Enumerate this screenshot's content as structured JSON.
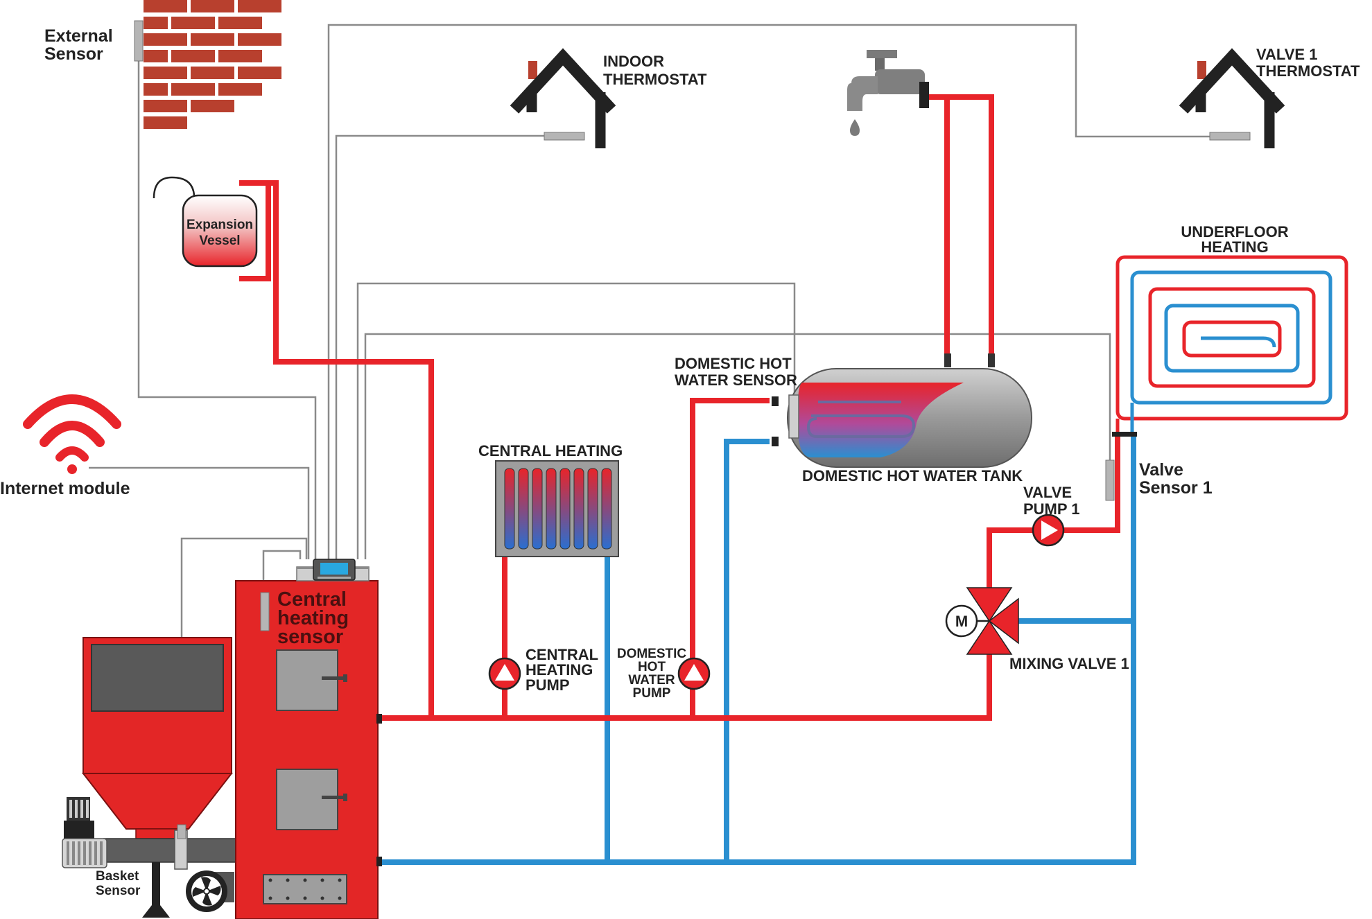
{
  "labels": {
    "external_sensor": [
      "External",
      "Sensor"
    ],
    "indoor_thermostat": [
      "INDOOR",
      "THERMOSTAT"
    ],
    "valve1_thermostat": [
      "VALVE 1",
      "THERMOSTAT"
    ],
    "expansion_vessel": [
      "Expansion",
      "Vessel"
    ],
    "internet_module": "Internet module",
    "underfloor_heating": [
      "UNDERFLOOR",
      "HEATING"
    ],
    "dhw_sensor": [
      "DOMESTIC HOT",
      "WATER SENSOR"
    ],
    "dhw_tank": "DOMESTIC HOT WATER TANK",
    "central_heating": "CENTRAL HEATING",
    "valve_sensor": [
      "Valve",
      "Sensor 1"
    ],
    "valve_pump": [
      "VALVE",
      "PUMP 1"
    ],
    "ch_pump": [
      "CENTRAL",
      "HEATING",
      "PUMP"
    ],
    "dhw_pump": [
      "DOMESTIC",
      "HOT",
      "WATER",
      "PUMP"
    ],
    "mixing_valve": "MIXING VALVE 1",
    "mixing_motor": "M",
    "ch_sensor": [
      "Central",
      "heating",
      "sensor"
    ],
    "basket_sensor": [
      "Basket",
      "Sensor"
    ]
  },
  "colors": {
    "hot_pipe": "#e8242a",
    "cold_pipe": "#2a8fd0",
    "wire": "#8a8a8a",
    "boiler": "#e32626",
    "brick": "#b8402e",
    "dark": "#222222",
    "steel": "#9a9a9a"
  },
  "icons": [
    "brick-wall-icon",
    "house-icon",
    "faucet-icon",
    "wifi-icon",
    "pump-icon",
    "mixing-valve-icon",
    "radiator-icon",
    "fan-icon",
    "motor-icon"
  ]
}
